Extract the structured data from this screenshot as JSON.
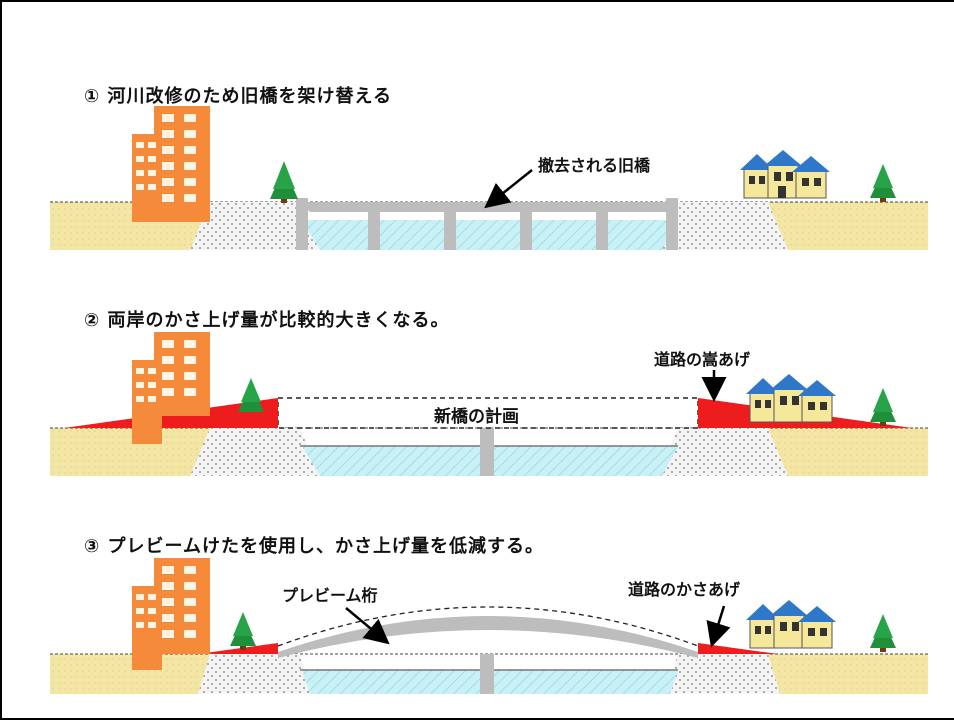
{
  "steps": [
    {
      "heading": "① 河川改修のため旧橋を架け替える",
      "callouts": {
        "old_bridge": "撤去される旧橋"
      }
    },
    {
      "heading": "② 両岸のかさ上げ量が比較的大きくなる。",
      "callouts": {
        "new_bridge": "新橋の計画",
        "road_raise": "道路の嵩あげ"
      }
    },
    {
      "heading": "③ プレビームけたを使用し、かさ上げ量を低減する。",
      "callouts": {
        "girder": "プレビーム桁",
        "road_raise": "道路のかさあげ"
      }
    }
  ],
  "colors": {
    "ground": "#f3e6a4",
    "embankment": "#f2f2f2",
    "water": "#c9f1f5",
    "bridge": "#c8c8c8",
    "raise": "#ee1c1c",
    "building": "#f58a3a",
    "house": "#f5e89a",
    "roof": "#2f77c9",
    "tree": "#1f8f3a"
  },
  "icons": [
    "apartment-building-icon",
    "tree-icon",
    "houses-icon",
    "arrow-icon"
  ]
}
